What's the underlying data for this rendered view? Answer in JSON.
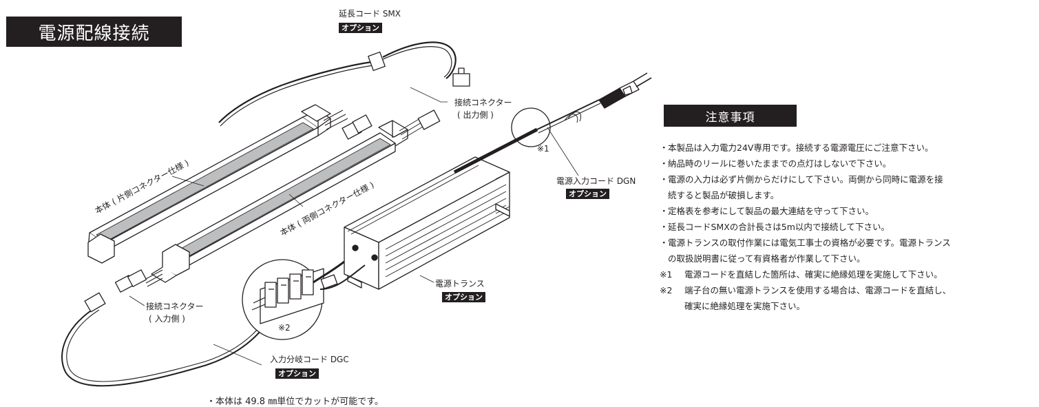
{
  "title": "電源配線接続",
  "labels": {
    "ext_cord": "延長コード SMX",
    "ext_cord_badge": "オプション",
    "connector_out_1": "接続コネクター",
    "connector_out_2": "( 出力側 )",
    "body_single": "本体 ( 片側コネクター仕様 )",
    "body_double": "本体 ( 両側コネクター仕様 )",
    "note_mark_1": "※1",
    "power_cord": "電源入力コード DGN",
    "power_cord_badge": "オプション",
    "transformer": "電源トランス",
    "transformer_badge": "オプション",
    "connector_in_1": "接続コネクター",
    "connector_in_2": "( 入力側 )",
    "note_mark_2": "※2",
    "branch_cord": "入力分岐コード DGC",
    "branch_cord_badge": "オプション"
  },
  "notes_title": "注意事項",
  "notes": [
    {
      "mark": "・",
      "lines": [
        "本製品は入力電力24V専用です。接続する電源電圧にご注意下さい。"
      ]
    },
    {
      "mark": "・",
      "lines": [
        "納品時のリールに巻いたままでの点灯はしないで下さい。"
      ]
    },
    {
      "mark": "・",
      "lines": [
        "電源の入力は必ず片側からだけにして下さい。両側から同時に電源を接",
        "続すると製品が破損します。"
      ]
    },
    {
      "mark": "・",
      "lines": [
        "定格表を参考にして製品の最大連結を守って下さい。"
      ]
    },
    {
      "mark": "・",
      "lines": [
        "延長コードSMXの合計長さは5m以内で接続して下さい。"
      ]
    },
    {
      "mark": "・",
      "lines": [
        "電源トランスの取付作業には電気工事士の資格が必要です。電源トランス",
        "の取扱説明書に従って有資格者が作業して下さい。"
      ]
    },
    {
      "mark": "※1",
      "lines": [
        "電源コードを直結した箇所は、確実に絶縁処理を実施して下さい。"
      ],
      "ref": true
    },
    {
      "mark": "※2",
      "lines": [
        "端子台の無い電源トランスを使用する場合は、電源コードを直結し、",
        "確実に絶縁処理を実施下さい。"
      ],
      "ref": true
    }
  ],
  "bottom_note": "・本体は 49.8 ㎜単位でカットが可能です。"
}
